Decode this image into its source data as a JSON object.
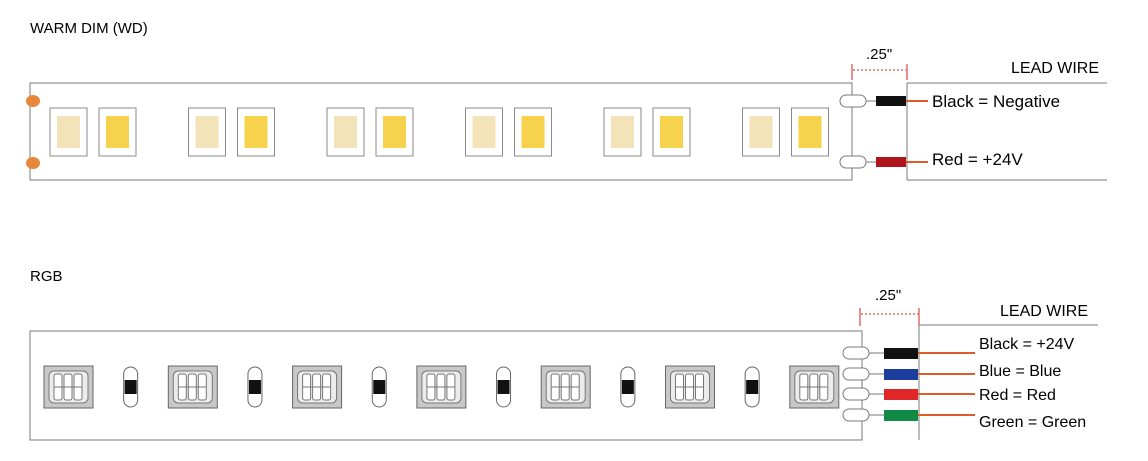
{
  "warm_dim": {
    "title": "WARM DIM (WD)",
    "dimension": ".25\"",
    "lead_wire_label": "LEAD WIRE",
    "wires": [
      {
        "label": "Black = Negative",
        "color": "#111111"
      },
      {
        "label": "Red = +24V",
        "color": "#b0141c"
      }
    ],
    "led_pair_count": 6,
    "led_colors": {
      "warm_white": "#f3e3b8",
      "amber": "#f7d24d",
      "pad": "#e7873a"
    }
  },
  "rgb": {
    "title": "RGB",
    "dimension": ".25\"",
    "lead_wire_label": "LEAD WIRE",
    "wires": [
      {
        "label": "Black = +24V",
        "color": "#111111"
      },
      {
        "label": "Blue = Blue",
        "color": "#1b3e9c"
      },
      {
        "label": "Red = Red",
        "color": "#e02626"
      },
      {
        "label": "Green = Green",
        "color": "#118a45"
      }
    ],
    "led_count": 7,
    "resistor_count": 6
  },
  "colors": {
    "outline": "#7a7a7a",
    "lead_line": "#e05a2a",
    "dimension_line": "#cc2222"
  }
}
